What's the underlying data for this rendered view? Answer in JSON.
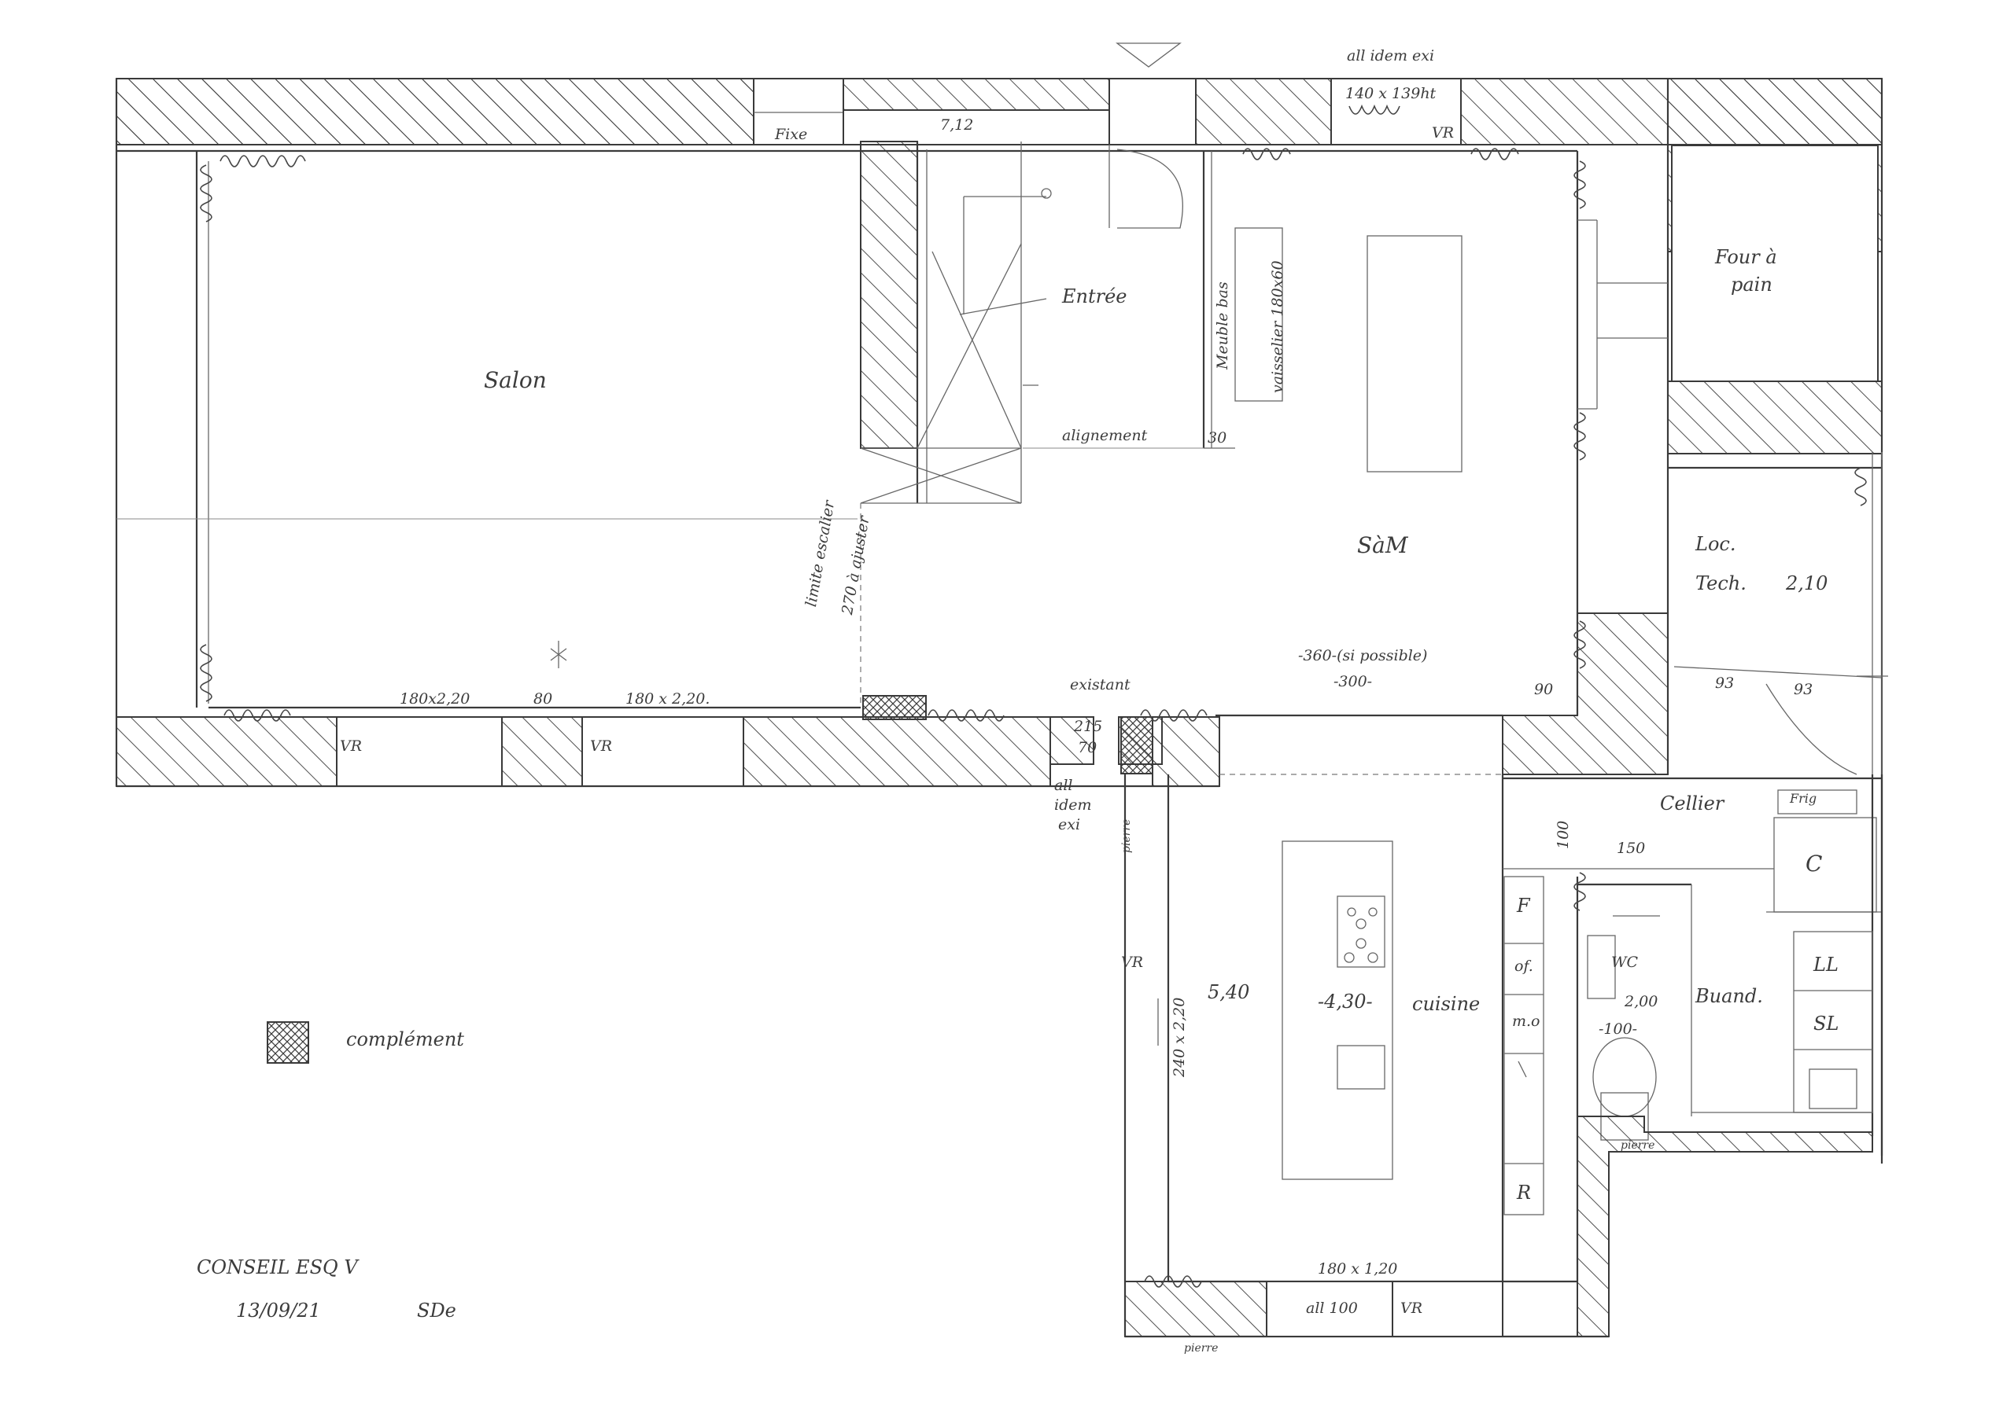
{
  "rooms": {
    "salon": "Salon",
    "entree": "Entrée",
    "sam": "SàM",
    "four": "Four à\npain",
    "four_l1": "Four à",
    "four_l2": "pain",
    "loc_tech_l1": "Loc.",
    "loc_tech_l2": "Tech.",
    "loc_tech_area": "2,10",
    "cellier": "Cellier",
    "cuisine": "cuisine",
    "wc": "WC",
    "buand": "Buand."
  },
  "labels": {
    "fixe": "Fixe",
    "all_idem_exi_top": "all idem exi",
    "window_top": "140 x 139ht",
    "vr": "VR",
    "k712": "7,12",
    "meuble_bas": "Meuble bas",
    "vaisselier": "vaisselier 180x60",
    "alignement": "alignement",
    "n30": "30",
    "limite_escalier": "limite escalier",
    "ajuster": "270 à ajuster",
    "si_possible": "-360-(si possible)",
    "n300": "-300-",
    "existant": "existant",
    "n90": "90",
    "w1": "180x2,20",
    "n80": "80",
    "w2": "180 x 2,20.",
    "vr1": "VR",
    "vr2": "VR",
    "n215": "215",
    "n70": "70",
    "all_idem_exi_1": "all",
    "all_idem_exi_2": "idem",
    "all_idem_exi_3": "exi",
    "pierre": "pierre",
    "n93a": "93",
    "n93b": "93",
    "n100": "100",
    "n150": "150",
    "frigo": "Frig",
    "c": "C",
    "ll": "LL",
    "sl": "SL",
    "f": "F",
    "r": "R",
    "of": "of.",
    "mo": "m.o",
    "vr_cuisine": "VR",
    "n540": "5,40",
    "n430": "-4,30-",
    "win_cuisine": "240 x 2,20",
    "n200": "2,00",
    "n100b": "-100-",
    "win_bottom": "180 x 1,20",
    "all100": "all 100",
    "vr_bottom": "VR",
    "pierre_bottom": "pierre",
    "pierre_wc": "pierre",
    "complement": "complément",
    "sig_l1": "CONSEIL ESQ V",
    "sig_l2": "13/09/21",
    "sig_l3": "SDe"
  },
  "colors": {
    "line": "#3a3a3a",
    "text": "#3c3c3c"
  }
}
